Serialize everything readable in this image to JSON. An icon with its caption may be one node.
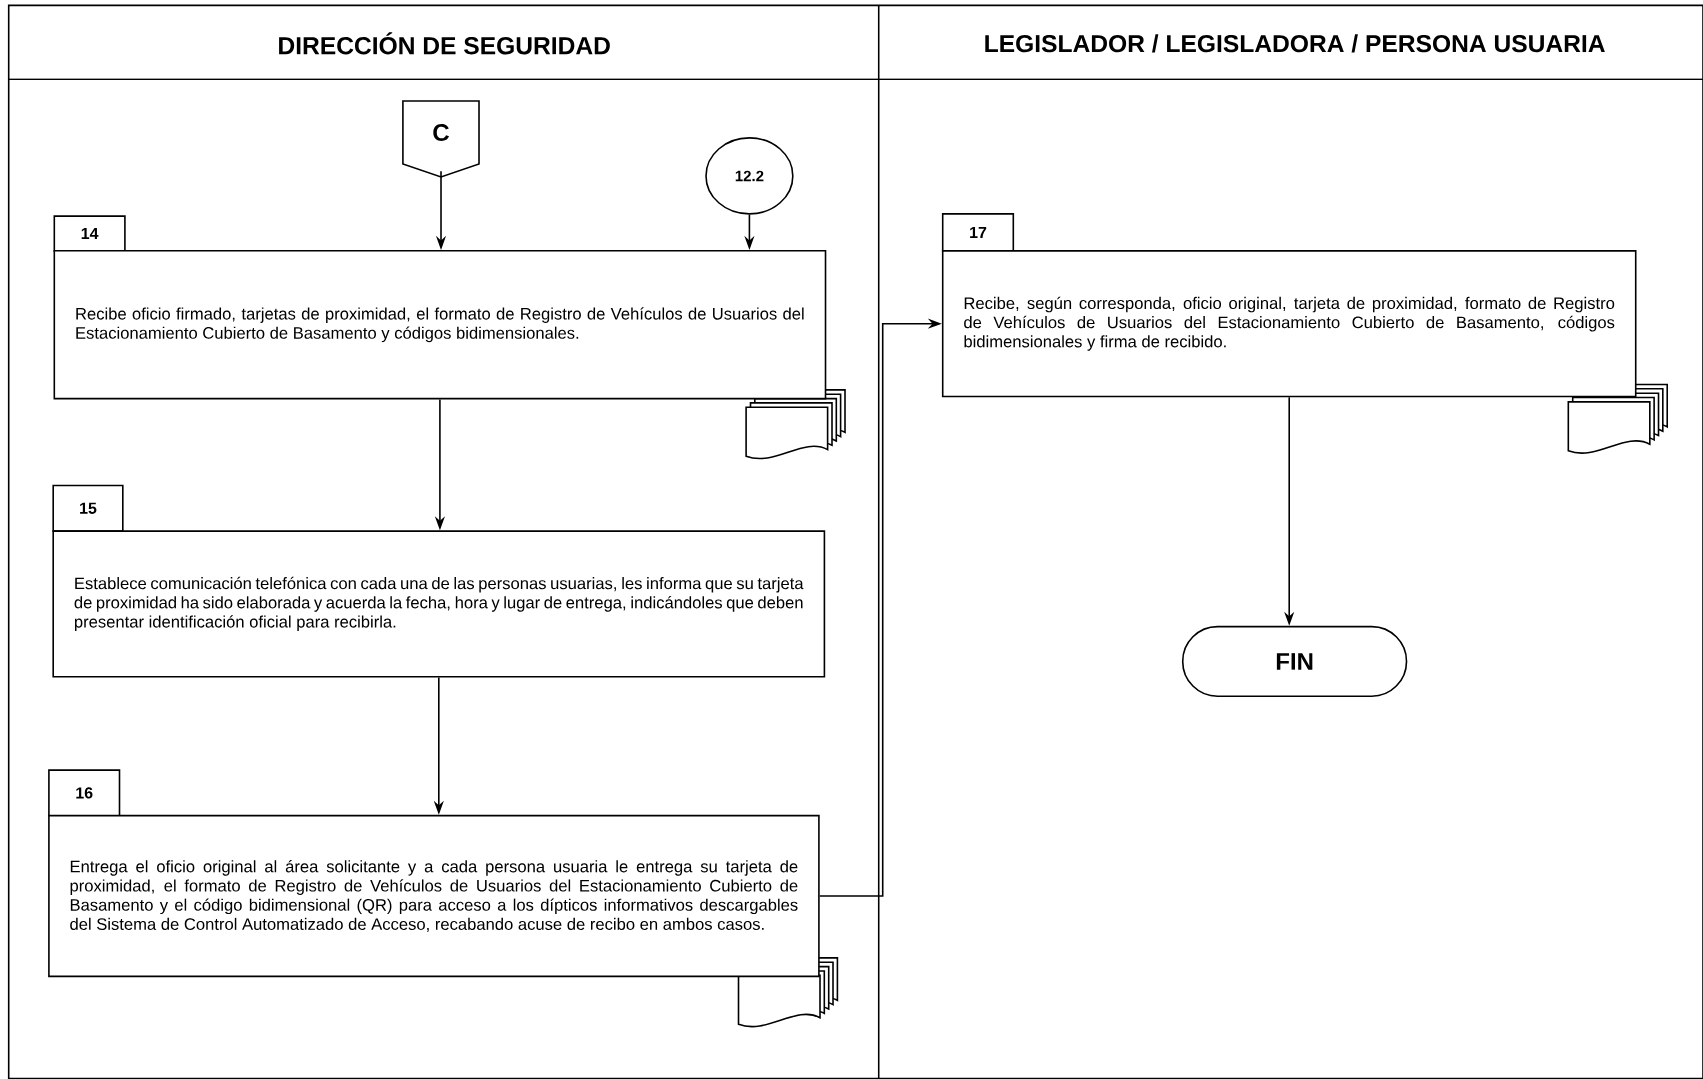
{
  "diagram": {
    "nodes": [
      {
        "text": [
          "C"
        ]
      },
      {
        "text": [
          "12.2"
        ]
      },
      {
        "text": [
          "14",
          "Recibe oficio firmado, tarjetas de proximidad, el formato de Registro de Vehículos de Usuarios del Estacionamiento Cubierto de Basamento y códigos bidimensionales."
        ]
      },
      {
        "text": [
          "15",
          "Establece comunicación telefónica con cada una de las personas usuarias, les informa que su tarjeta de proximidad ha sido elaborada y acuerda la fecha, hora y lugar de entrega, indicándoles que deben presentar identificación oficial para recibirla."
        ]
      },
      {
        "text": [
          "16",
          "Entrega el oficio original al área solicitante y a cada persona usuaria le entrega su tarjeta de proximidad, el formato de Registro de Vehículos de Usuarios del Estacionamiento Cubierto de Basamento y el código bidimensional (QR) para acceso a los dípticos informativos descargables del Sistema de Control Automatizado de Acceso, recabando acuse de recibo en ambos casos."
        ]
      },
      {
        "text": [
          "17",
          "Recibe, según corresponda, oficio original, tarjeta de proximidad, formato de Registro de Vehículos de Usuarios del Estacionamiento Cubierto de Basamento, códigos bidimensionales y firma de recibido."
        ]
      },
      {
        "text": [
          "FIN"
        ]
      }
    ],
    "edges": [
      {
        "from": 0,
        "to": 2,
        "arrow": "to"
      },
      {
        "from": 1,
        "to": 2,
        "arrow": "to"
      },
      {
        "from": 2,
        "to": 3,
        "arrow": "to"
      },
      {
        "from": 3,
        "to": 4,
        "arrow": "to"
      },
      {
        "from": 4,
        "to": 5,
        "arrow": "to"
      },
      {
        "from": 5,
        "to": 6,
        "arrow": "to"
      }
    ],
    "labels": [
      "DIRECCIÓN DE SEGURIDAD",
      "LEGISLADOR / LEGISLADORA / PERSONA USUARIA"
    ]
  }
}
